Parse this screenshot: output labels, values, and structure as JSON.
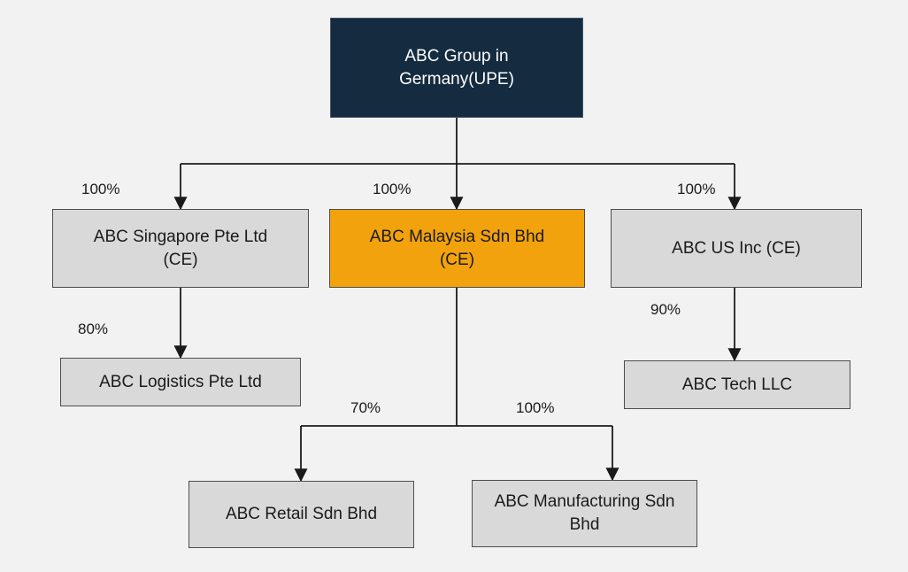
{
  "diagram": {
    "type": "org-chart",
    "background_color": "#F2F2F2",
    "connector_color": "#1A1A1A",
    "colors": {
      "root_fill": "#142B40",
      "root_border": "#44546A",
      "root_text": "#FFFFFF",
      "highlight_fill": "#F2A20C",
      "default_fill": "#D9D9D9",
      "node_border": "#4D4D4D",
      "node_text": "#1A1A1A"
    },
    "nodes": [
      {
        "id": "abc-group-upe",
        "label": "ABC Group in Germany(UPE)",
        "style": "root"
      },
      {
        "id": "abc-singapore",
        "label": "ABC Singapore Pte Ltd (CE)",
        "style": "default"
      },
      {
        "id": "abc-malaysia",
        "label": "ABC Malaysia Sdn Bhd (CE)",
        "style": "highlight"
      },
      {
        "id": "abc-us",
        "label": "ABC US Inc (CE)",
        "style": "default"
      },
      {
        "id": "abc-logistics",
        "label": "ABC Logistics Pte Ltd",
        "style": "default"
      },
      {
        "id": "abc-tech",
        "label": "ABC Tech LLC",
        "style": "default"
      },
      {
        "id": "abc-retail",
        "label": "ABC Retail Sdn Bhd",
        "style": "default"
      },
      {
        "id": "abc-manufacturing",
        "label": "ABC Manufacturing Sdn Bhd",
        "style": "default"
      }
    ],
    "edges": [
      {
        "from": "abc-group-upe",
        "to": "abc-singapore",
        "label": "100%"
      },
      {
        "from": "abc-group-upe",
        "to": "abc-malaysia",
        "label": "100%"
      },
      {
        "from": "abc-group-upe",
        "to": "abc-us",
        "label": "100%"
      },
      {
        "from": "abc-singapore",
        "to": "abc-logistics",
        "label": "80%"
      },
      {
        "from": "abc-us",
        "to": "abc-tech",
        "label": "90%"
      },
      {
        "from": "abc-malaysia",
        "to": "abc-retail",
        "label": "70%"
      },
      {
        "from": "abc-malaysia",
        "to": "abc-manufacturing",
        "label": "100%"
      }
    ]
  }
}
